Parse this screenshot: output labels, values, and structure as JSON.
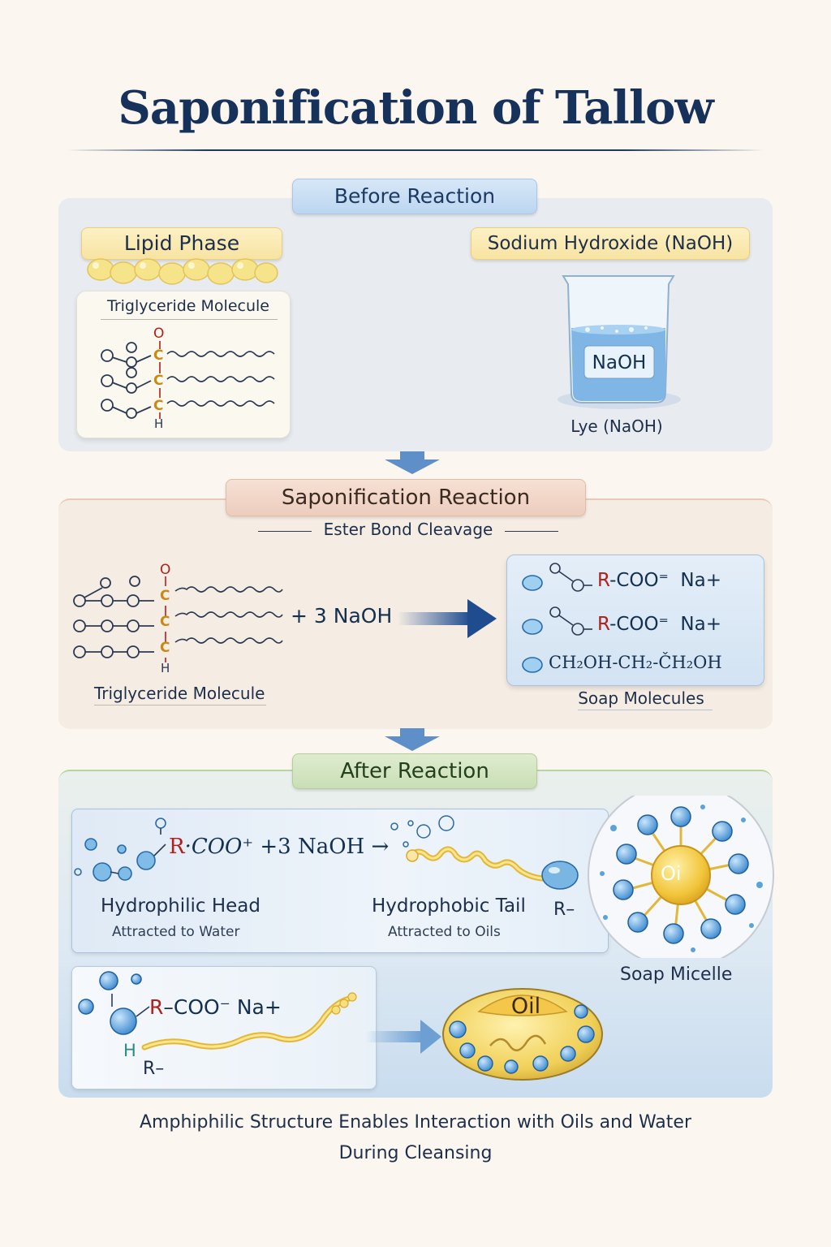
{
  "title": "Saponification of Tallow",
  "before": {
    "header": "Before Reaction",
    "lipid_label": "Lipid Phase",
    "naoh_label": "Sodium Hydroxide (NaOH)",
    "triglyceride_label": "Triglyceride Molecule",
    "beaker_text": "NaOH",
    "lye_label": "Lye (NaOH)",
    "atoms": {
      "o": "O",
      "c": "C",
      "h": "H"
    }
  },
  "reaction": {
    "header": "Saponification Reaction",
    "subheader": "Ester Bond Cleavage",
    "reactant_text": "+ 3 NaOH",
    "triglyceride_label": "Triglyceride Molecule",
    "product_line1_r": "R",
    "product_line1_coo": "-COO⁼",
    "product_line1_na": "Na+",
    "product_line3": "CH₂OH-CH₂-ČH₂OH",
    "products_label": "Soap Molecules",
    "atoms": {
      "o": "O",
      "c": "C",
      "h": "H"
    }
  },
  "after": {
    "header": "After Reaction",
    "equation_r": "R",
    "equation_rest": "·COO⁺",
    "equation_naoh": "+3 NaOH →",
    "head_label": "Hydrophilic Head",
    "head_sub": "Attracted to Water",
    "tail_label": "Hydrophobic Tail",
    "tail_sub": "Attracted to Oils",
    "r_label": "R–",
    "micelle_core": "Oi",
    "micelle_label": "Soap Micelle",
    "bottom_r": "R",
    "bottom_coo": "–COO⁻ Na+",
    "bottom_h": "H",
    "bottom_r2": "R–",
    "oil_label": "Oil"
  },
  "caption_line1": "Amphiphilic Structure Enables Interaction with Oils and Water",
  "caption_line2": "During Cleansing"
}
